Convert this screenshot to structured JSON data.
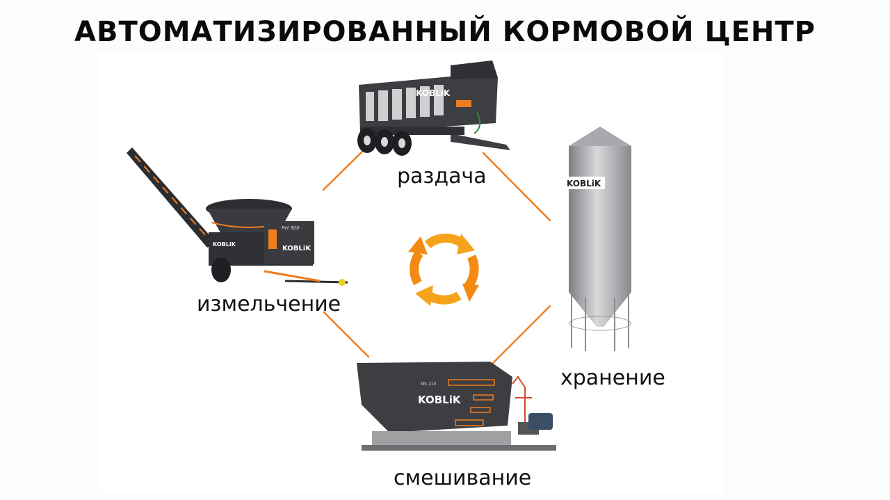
{
  "title": "АВТОМАТИЗИРОВАННЫЙ КОРМОВОЙ ЦЕНТР",
  "colors": {
    "background": "#fcfcfa",
    "panel": "#ffffff",
    "connector": "#f07c1e",
    "cycle_orange_light": "#f5a31a",
    "cycle_orange_dark": "#f38a12",
    "machine_body": "#3c3e42",
    "machine_accent": "#f07c1e",
    "silo_metal": "#b4b6b8"
  },
  "center": {
    "icon": "cycle-arrows-icon"
  },
  "stages": [
    {
      "id": "distribution",
      "label": "раздача",
      "machine": "feed-distributor-trailer",
      "brand": "KOBLiK"
    },
    {
      "id": "storage",
      "label": "хранение",
      "machine": "silo",
      "brand": "KOBLiK"
    },
    {
      "id": "mixing",
      "label": "смешивание",
      "machine": "stationary-mixer",
      "brand": "KOBLiK",
      "model": "MS 210"
    },
    {
      "id": "grinding",
      "label": "измельчение",
      "machine": "bale-grinder",
      "brand": "KOBLiK",
      "model": "RH 300"
    }
  ]
}
